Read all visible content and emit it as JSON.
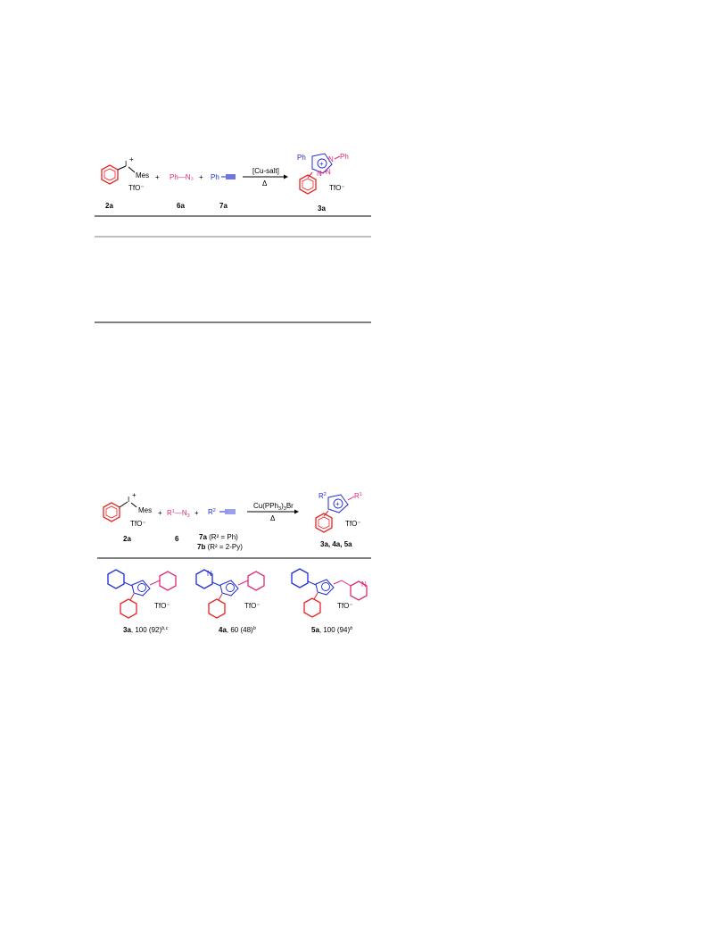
{
  "scheme1": {
    "iodonium": {
      "iodine": "I",
      "charge": "+",
      "mes": "Mes",
      "counterion": "TfO⁻",
      "label": "2a"
    },
    "plus1": "+",
    "azide": {
      "text": "Ph—N₃",
      "label": "6a"
    },
    "plus2": "+",
    "alkyne": {
      "text": "Ph",
      "label": "7a"
    },
    "arrow_top": "[Cu-salt]",
    "arrow_bottom": "Δ",
    "product": {
      "r2": "Ph",
      "r1": "Ph",
      "charge": "+",
      "n1": "N",
      "n2": "N",
      "n3": "N",
      "counterion": "TfO⁻",
      "label": "3a"
    }
  },
  "scheme2": {
    "iodonium": {
      "iodine": "I",
      "charge": "+",
      "mes": "Mes",
      "counterion": "TfO⁻",
      "label": "2a"
    },
    "plus1": "+",
    "azide": {
      "r": "R",
      "sup": "1",
      "rest": "—N",
      "sub": "3",
      "label": "6"
    },
    "plus2": "+",
    "alkyne": {
      "r": "R",
      "sup": "2",
      "line_a_bold": "7a",
      "line_a_rest": " (R² = Ph)",
      "line_b_bold": "7b",
      "line_b_rest": " (R² = 2-Py)"
    },
    "arrow_top_a": "Cu(PPh",
    "arrow_top_sub": "3",
    "arrow_top_b": ")",
    "arrow_top_sub2": "3",
    "arrow_top_c": "Br",
    "arrow_bottom": "Δ",
    "product": {
      "r2": "R",
      "r2sup": "2",
      "r1": "R",
      "r1sup": "1",
      "charge": "+",
      "counterion": "TfO⁻",
      "label": "3a, 4a, 5a"
    },
    "results": [
      {
        "bold": "3a",
        "rest": ", 100 (92)",
        "sup": "b,c",
        "counterion": "TfO⁻"
      },
      {
        "bold": "4a",
        "rest": ", 60 (48)",
        "sup": "b",
        "counterion": "TfO⁻",
        "ring_n": "N"
      },
      {
        "bold": "5a",
        "rest": ", 100 (94)",
        "sup": "b",
        "counterion": "TfO⁻",
        "ring_n": "N"
      }
    ]
  },
  "colors": {
    "red": "#e82424",
    "magenta": "#e0287a",
    "blue": "#1f2bd6",
    "black": "#000000"
  }
}
